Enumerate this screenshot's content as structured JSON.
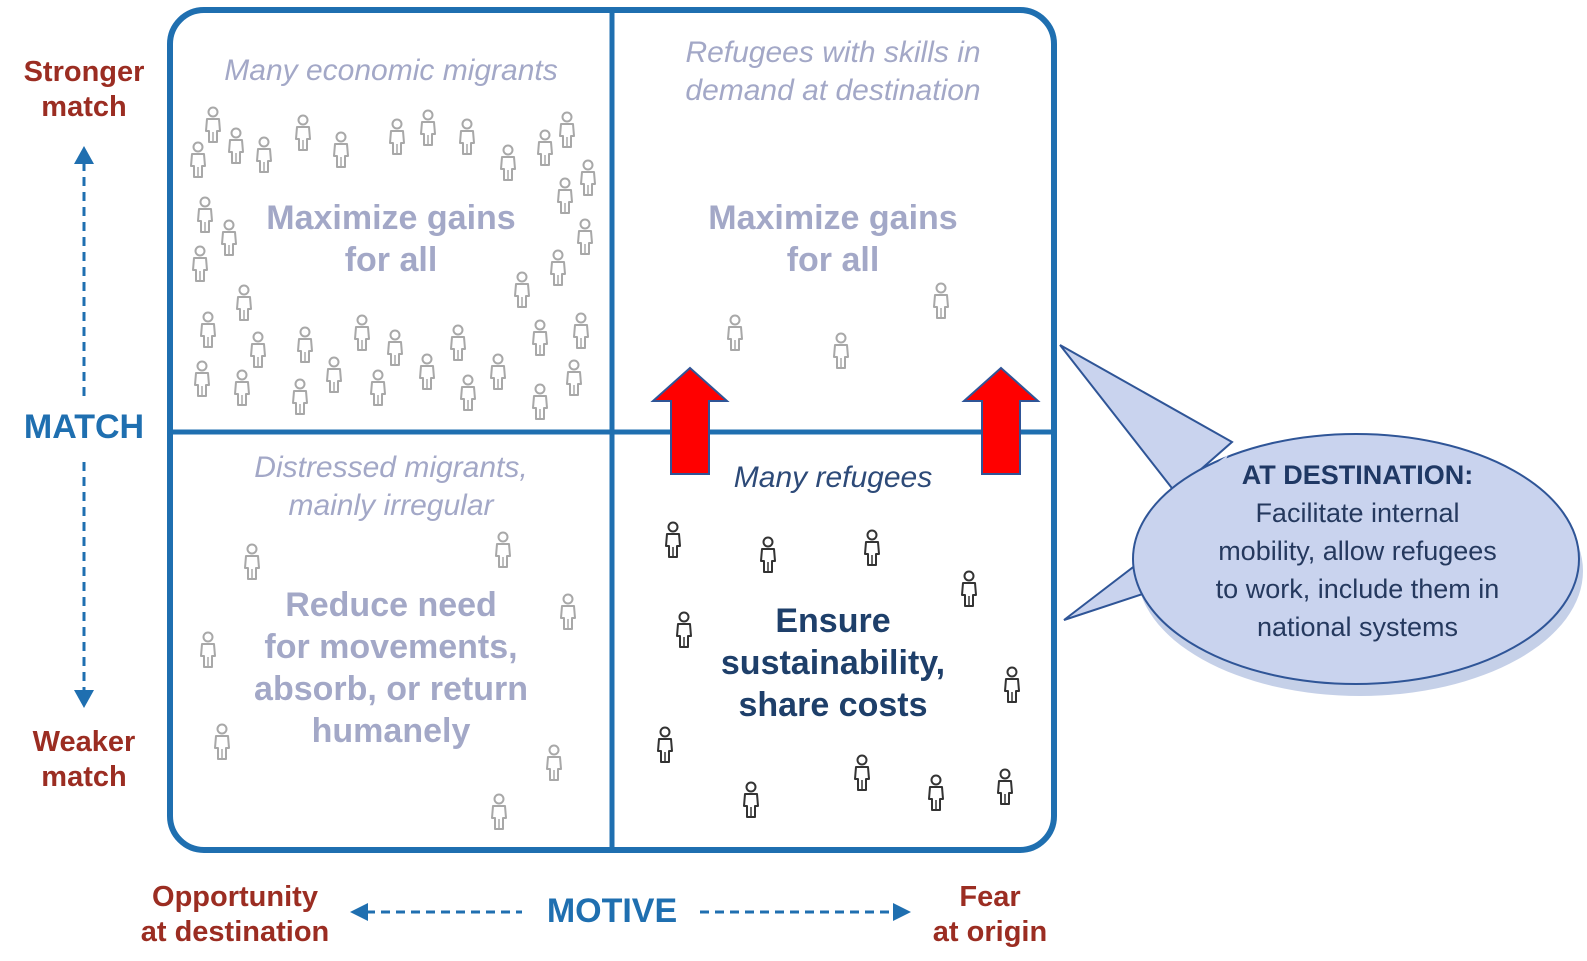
{
  "axes": {
    "y_top": "Stronger\nmatch",
    "y_label": "MATCH",
    "y_bottom": "Weaker\nmatch",
    "x_left": "Opportunity\nat destination",
    "x_label": "MOTIVE",
    "x_right": "Fear\nat origin"
  },
  "quadrants": {
    "top_left": {
      "subtitle": "Many economic migrants",
      "action": "Maximize gains\nfor all"
    },
    "top_right": {
      "subtitle": "Refugees with skills in\ndemand at destination",
      "action": "Maximize gains\nfor all"
    },
    "bottom_left": {
      "subtitle": "Distressed migrants,\nmainly irregular",
      "action": "Reduce need\nfor movements,\nabsorb, or return\nhumanely"
    },
    "bottom_right": {
      "subtitle": "Many refugees",
      "action": "Ensure\nsustainability,\nshare costs"
    }
  },
  "callout": {
    "title": "AT DESTINATION:",
    "body": "Facilitate internal\nmobility, allow refugees\nto work, include them in\nnational systems"
  },
  "colors": {
    "frame": "#1f6fb0",
    "axis_end_text": "#9b2d22",
    "faded_text": "#a3a8c7",
    "dark_text": "#1e3f6a",
    "arrow_fill": "#ff0000",
    "callout_fill": "#c9d3ee"
  },
  "icons": {
    "person": "person-icon",
    "arrow": "up-arrow-icon"
  }
}
